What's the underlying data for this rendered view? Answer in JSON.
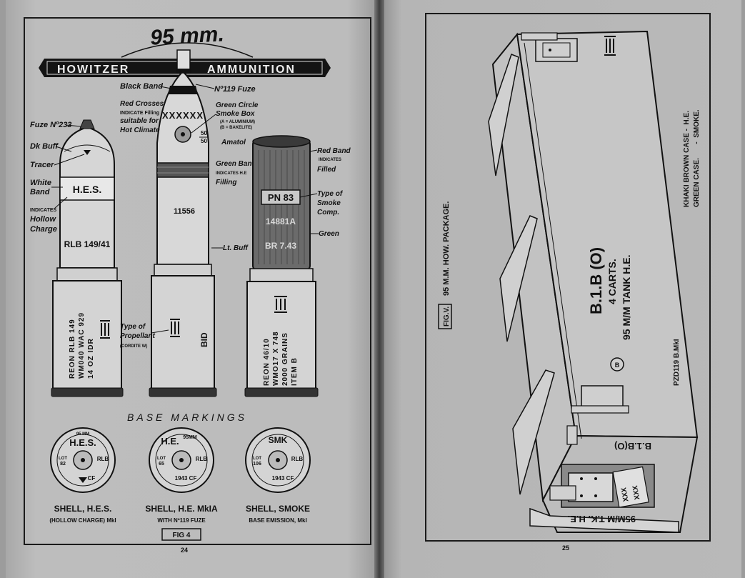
{
  "left_page": {
    "title_size": "95 mm.",
    "title_banner_left": "HOWITZER",
    "title_banner_right": "AMMUNITION",
    "shell_hes": {
      "fuze": "Fuze Nº233",
      "dk_buff": "Dk Buff",
      "tracer": "Tracer",
      "white_band": [
        "White",
        "Band"
      ],
      "band_text": "H.E.S.",
      "hollow_charge": [
        "INDICATES",
        "Hollow",
        "Charge"
      ],
      "body_mark": "RLB 149/41",
      "case_lines": [
        "REON RLB 149",
        "WM040 WAC 929",
        "14 OZ IDR"
      ]
    },
    "shell_he": {
      "black_band": "Black Band",
      "fuze": "Nº119 Fuze",
      "red_crosses": [
        "Red Crosses",
        "INDICATE Filling",
        "suitable for",
        "Hot Climate"
      ],
      "crosses": "XXXXXX",
      "green_circle": [
        "Green Circle",
        "Smoke Box",
        "(A = ALUMINIUM)",
        "(B = BAKELITE)"
      ],
      "ratio_top": "50",
      "ratio_bottom": "50",
      "amatol": "Amatol",
      "green_band": [
        "Green Band",
        "INDICATES H.E",
        "Filling"
      ],
      "body_mark": "11556",
      "lt_buff": "Lt. Buff",
      "propellant": [
        "Type of",
        "Propellant",
        "(CORDITE W)"
      ],
      "case_mark": "BID"
    },
    "shell_smoke": {
      "red_band": [
        "Red Band",
        "INDICATES",
        "Filled"
      ],
      "body_mark_1": "PN 83",
      "body_mark_2": "14881A",
      "body_mark_3": "BR 7.43",
      "type_smoke": [
        "Type of",
        "Smoke",
        "Comp."
      ],
      "green": "Green",
      "case_lines": [
        "REON 46/10",
        "WMO17 X 748",
        "2000 GRAINS",
        "ITEM B"
      ]
    },
    "base_markings_title": "BASE MARKINGS",
    "bases": [
      {
        "top": "H.E.S.",
        "small": "95 MM",
        "lot": [
          "LOT",
          "82"
        ],
        "right": "RLB",
        "bottom": "CF",
        "caption": "SHELL, H.E.S.",
        "subcaption": "(HOLLOW CHARGE) MkI"
      },
      {
        "top": "H.E.",
        "small": "95MM",
        "lot": [
          "LOT",
          "65"
        ],
        "right": "RLB",
        "bottom": "1943 CF",
        "caption": "SHELL, H.E. MkIA",
        "subcaption": "WITH Nº119 FUZE"
      },
      {
        "top": "SMK",
        "small": "",
        "lot": [
          "LOT",
          "106"
        ],
        "right": "RLB",
        "bottom": "1943 CF",
        "caption": "SHELL, SMOKE",
        "subcaption": "BASE EMISSION, MkI"
      }
    ],
    "fig_label": "FIG 4",
    "page_number": "24"
  },
  "right_page": {
    "fig_label": "FIG.V.",
    "fig_caption": "95 M.M. HOW. PACKAGE.",
    "box_lines": [
      "B.1.B (O)",
      "4 CARTS.",
      "95 M/M  TANK  H.E."
    ],
    "pzd": "PZD119  B.MkI",
    "circle_b": "B",
    "end_stencil": "B.1.B(O)",
    "bottom_stencil": "95M/M T.K. H.E.",
    "label_xxx": [
      "XXX",
      "XXX"
    ],
    "khaki_line": "KHAKI BROWN CASE -  H.E.",
    "green_line": "GREEN CASE.       -  SMOKE.",
    "page_number": "25"
  }
}
